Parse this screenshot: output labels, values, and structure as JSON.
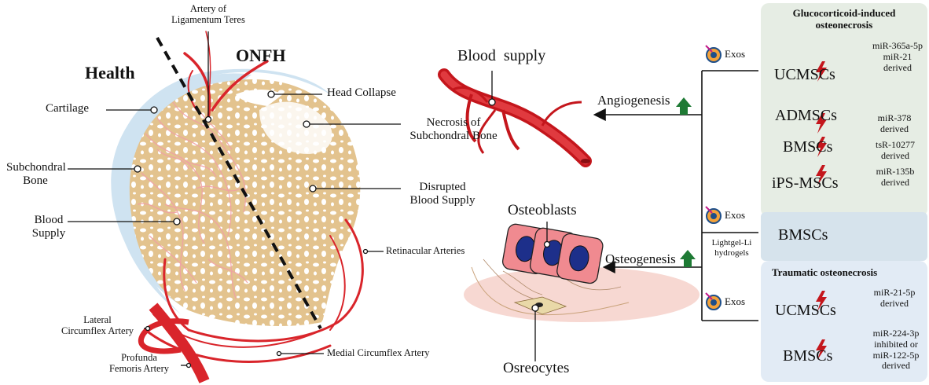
{
  "femoral_head": {
    "health_label": "Health",
    "onfh_label": "ONFH",
    "artery_ligamentum": [
      "Artery of",
      "Ligamentum Teres"
    ],
    "cartilage": "Cartilage",
    "subchondral_bone": [
      "Subchondral",
      "Bone"
    ],
    "blood_supply": [
      "Blood",
      "Supply"
    ],
    "head_collapse": "Head Collapse",
    "necrosis": [
      "Necrosis of",
      "Subchondral Bone"
    ],
    "disrupted": [
      "Disrupted",
      "Blood Supply"
    ],
    "retinacular": "Retinacular Arteries",
    "lateral_circumflex": [
      "Lateral",
      "Circumflex Artery"
    ],
    "profunda": [
      "Profunda",
      "Femoris Artery"
    ],
    "medial_circumflex": "Medial Circumflex Artery"
  },
  "middle": {
    "blood_supply_title": "Blood  supply",
    "angiogenesis": "Angiogenesis",
    "osteogenesis": "Osteogenesis",
    "osteoblasts": "Osteoblasts",
    "osteocytes": "Osreocytes",
    "exos": "Exos",
    "hydrogel": [
      "Lightgel-Li",
      "hydrogels"
    ]
  },
  "right_panel": {
    "gc_title": [
      "Glucocorticoid-induced",
      "osteonecrosis"
    ],
    "gc_items": [
      {
        "cell": "UCMSCs",
        "mirna": [
          "miR-365a-5p",
          "miR-21",
          "derived"
        ]
      },
      {
        "cell": "ADMSCs",
        "mirna": [
          "miR-378",
          "derived"
        ]
      },
      {
        "cell": "BMSCs",
        "mirna": [
          "tsR-10277",
          "derived"
        ]
      },
      {
        "cell": "iPS-MSCs",
        "mirna": [
          "miR-135b",
          "derived"
        ]
      }
    ],
    "middle_cell": "BMSCs",
    "trauma_title": "Traumatic osteonecrosis",
    "trauma_items": [
      {
        "cell": "UCMSCs",
        "mirna": [
          "miR-21-5p",
          "derived"
        ]
      },
      {
        "cell": "BMSCs",
        "mirna": [
          "miR-224-3p",
          "inhibited or",
          "miR-122-5p",
          "derived"
        ]
      }
    ]
  },
  "colors": {
    "bone": "#e5c48f",
    "cartilage": "#cfe3f1",
    "artery": "#d9252b",
    "panel_green": "#e6ede4",
    "panel_blue": "#d9e6f0",
    "up_arrow": "#1e7a34"
  }
}
